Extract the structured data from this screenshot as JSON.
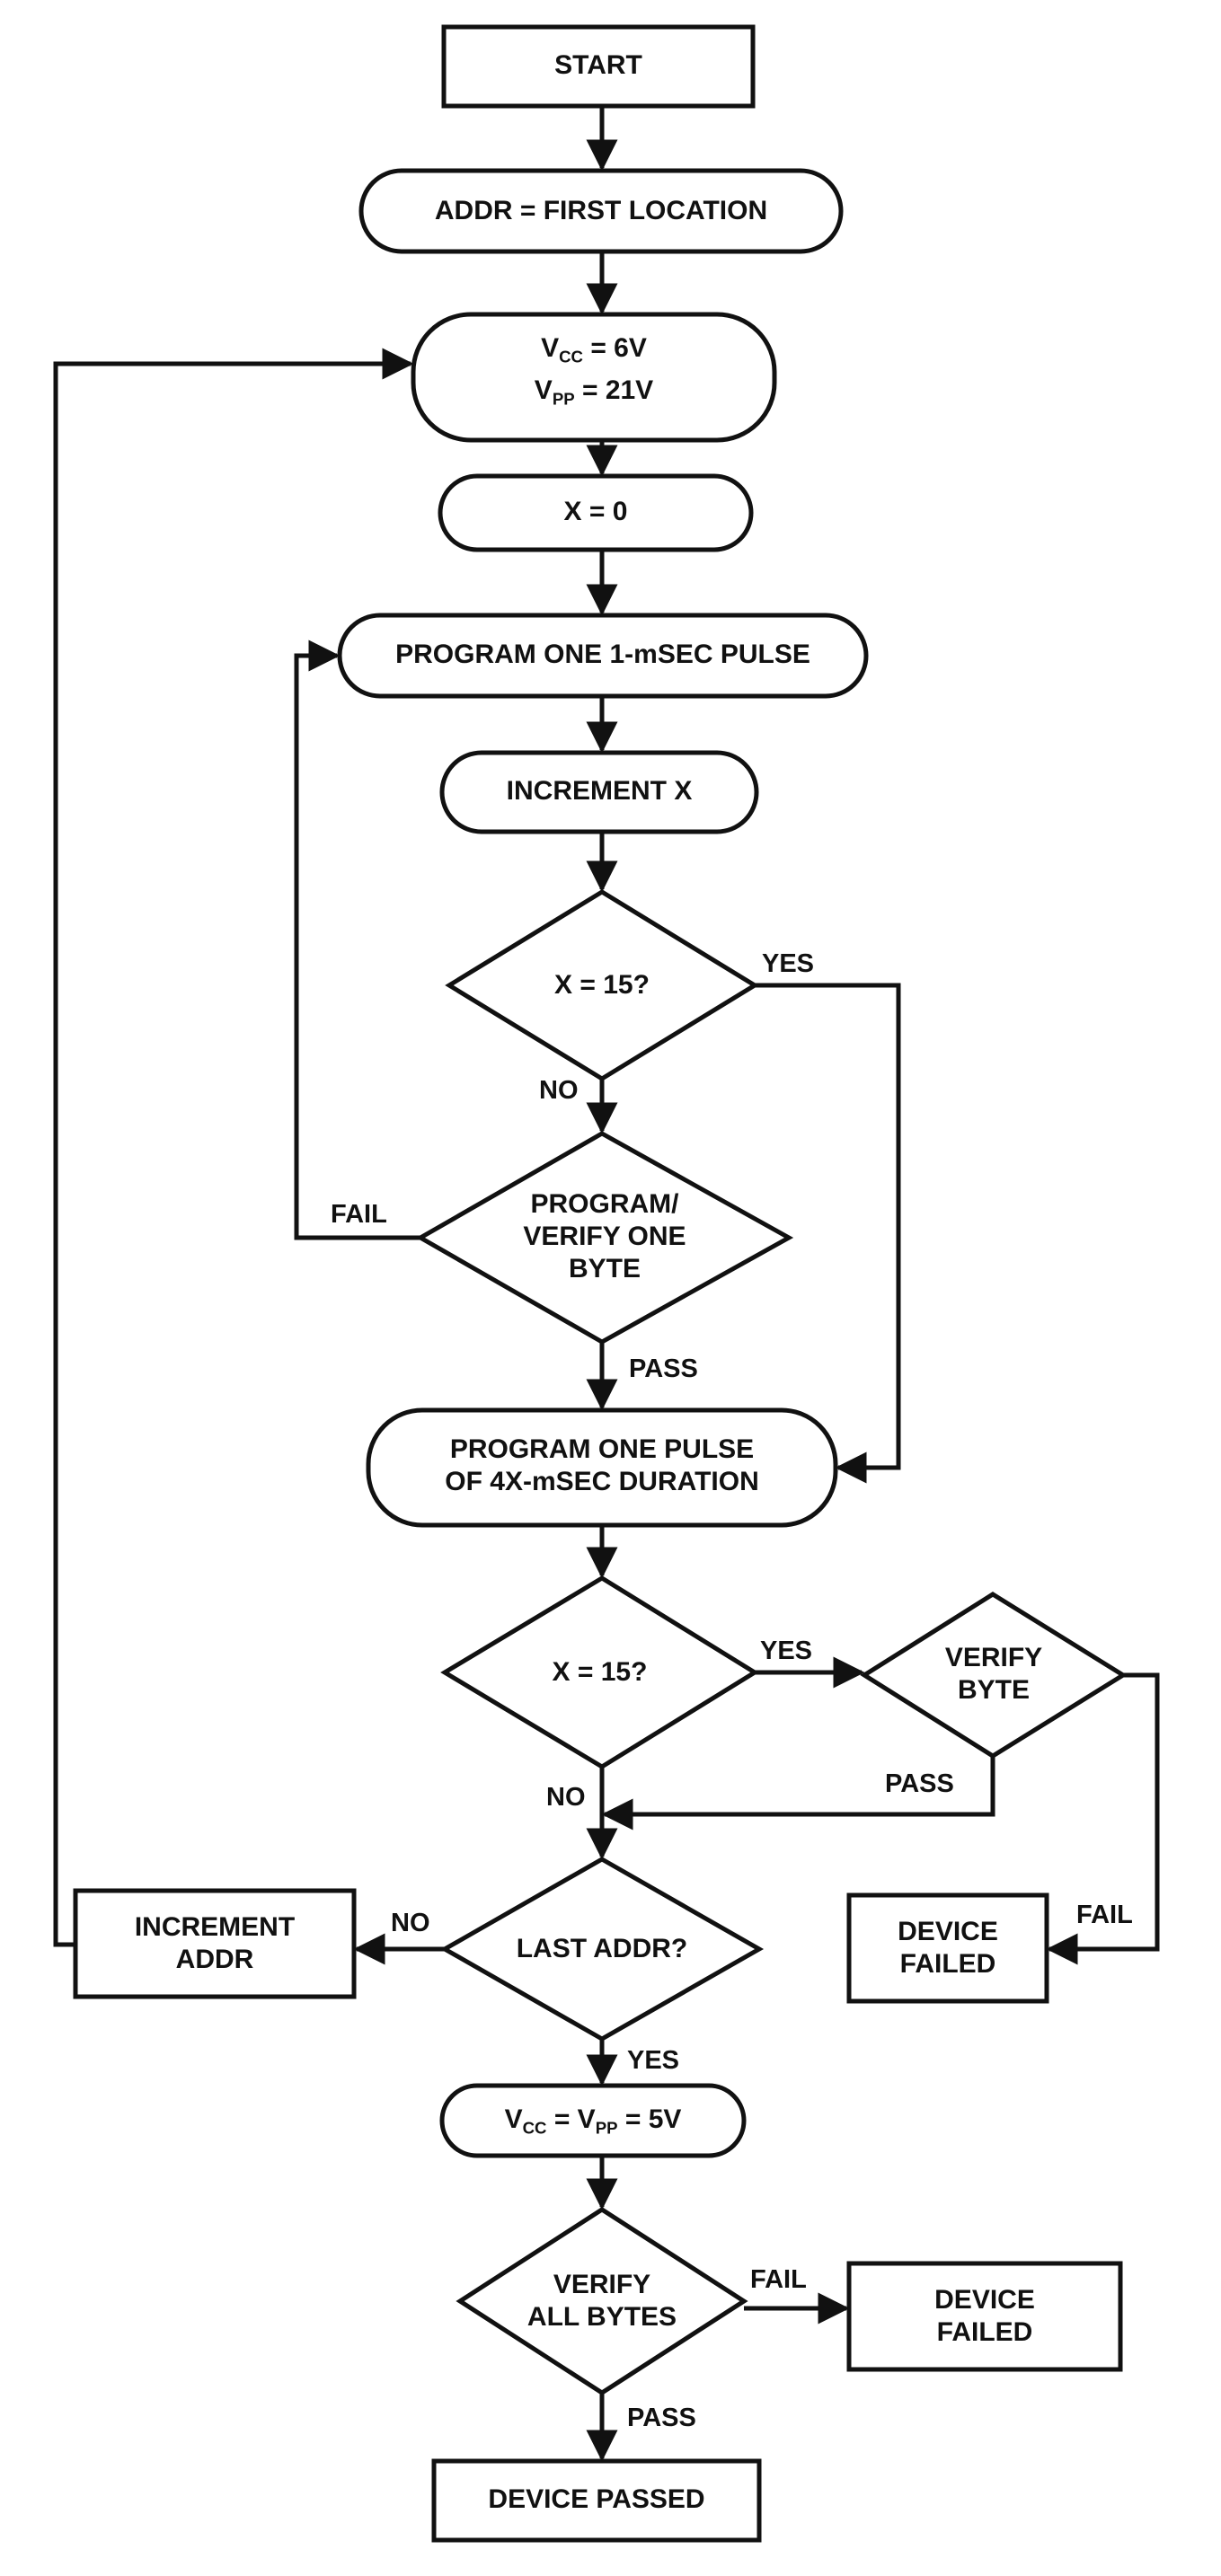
{
  "nodes": {
    "start": {
      "lines": [
        "START"
      ]
    },
    "addr_first": {
      "lines": [
        "ADDR = FIRST LOCATION"
      ]
    },
    "set_voltage": {
      "line1": {
        "pre": "V",
        "sub": "CC",
        "post": " = 6V"
      },
      "line2": {
        "pre": "V",
        "sub": "PP",
        "post": " = 21V"
      }
    },
    "x_zero": {
      "lines": [
        "X = 0"
      ]
    },
    "program_pulse": {
      "lines": [
        "PROGRAM ONE 1-mSEC PULSE"
      ]
    },
    "increment_x": {
      "lines": [
        "INCREMENT X"
      ]
    },
    "x15_first": {
      "lines": [
        "X = 15?"
      ]
    },
    "program_verify": {
      "lines": [
        "PROGRAM/",
        "VERIFY ONE",
        "BYTE"
      ]
    },
    "program_4x": {
      "lines": [
        "PROGRAM ONE PULSE",
        "OF 4X-mSEC DURATION"
      ]
    },
    "x15_second": {
      "lines": [
        "X = 15?"
      ]
    },
    "verify_byte": {
      "lines": [
        "VERIFY",
        "BYTE"
      ]
    },
    "last_addr": {
      "lines": [
        "LAST ADDR?"
      ]
    },
    "increment_addr": {
      "lines": [
        "INCREMENT",
        "ADDR"
      ]
    },
    "device_failed_1": {
      "lines": [
        "DEVICE",
        "FAILED"
      ]
    },
    "set_5v": {
      "parts": [
        "V",
        "CC",
        " = V",
        "PP",
        " = 5V"
      ]
    },
    "verify_all": {
      "lines": [
        "VERIFY",
        "ALL BYTES"
      ]
    },
    "device_failed_2": {
      "lines": [
        "DEVICE",
        "FAILED"
      ]
    },
    "device_passed": {
      "lines": [
        "DEVICE PASSED"
      ]
    }
  },
  "edge_labels": {
    "x15_first_yes": "YES",
    "x15_first_no": "NO",
    "program_verify_fail": "FAIL",
    "program_verify_pass": "PASS",
    "x15_second_yes": "YES",
    "x15_second_no": "NO",
    "verify_byte_pass": "PASS",
    "verify_byte_fail": "FAIL",
    "last_addr_no": "NO",
    "last_addr_yes": "YES",
    "verify_all_fail": "FAIL",
    "verify_all_pass": "PASS"
  }
}
